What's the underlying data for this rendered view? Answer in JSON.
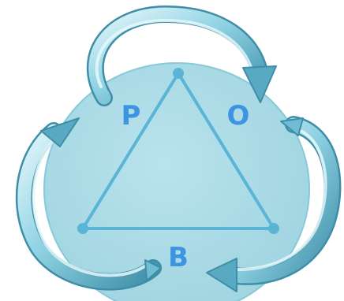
{
  "labels": {
    "left": "P",
    "right": "O",
    "bottom": "B"
  },
  "colors": {
    "circle_fill": "#a9dbe6",
    "circle_stroke": "#7fc6d6",
    "triangle": "#5ab4d6",
    "vertex": "#5ab4d6",
    "label": "#3d94e0",
    "arrow_light": "#d8f3f8",
    "arrow_mid": "#79c6dc",
    "arrow_dark": "#3f8ea8"
  },
  "arrows": [
    {
      "name": "arrow-top",
      "from": "left",
      "to": "right",
      "direction": "clockwise"
    },
    {
      "name": "arrow-right",
      "from": "right",
      "to": "bottom",
      "direction": "clockwise"
    },
    {
      "name": "arrow-left",
      "from": "bottom",
      "to": "left",
      "direction": "clockwise"
    }
  ]
}
